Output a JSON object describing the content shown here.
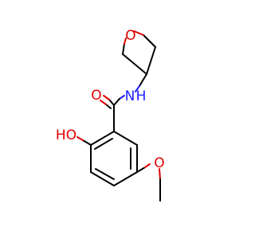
{
  "molecule": {
    "atoms": {
      "ring_oxygen": "O",
      "amide_nitrogen": "N",
      "amide_hydrogen": "H",
      "carbonyl_oxygen": "O",
      "hydroxyl": "HO",
      "methoxy_oxygen": "O"
    },
    "colors": {
      "bond": "#000000",
      "oxygen": "#e00000",
      "nitrogen": "#2020ff",
      "background": "#ffffff"
    }
  }
}
